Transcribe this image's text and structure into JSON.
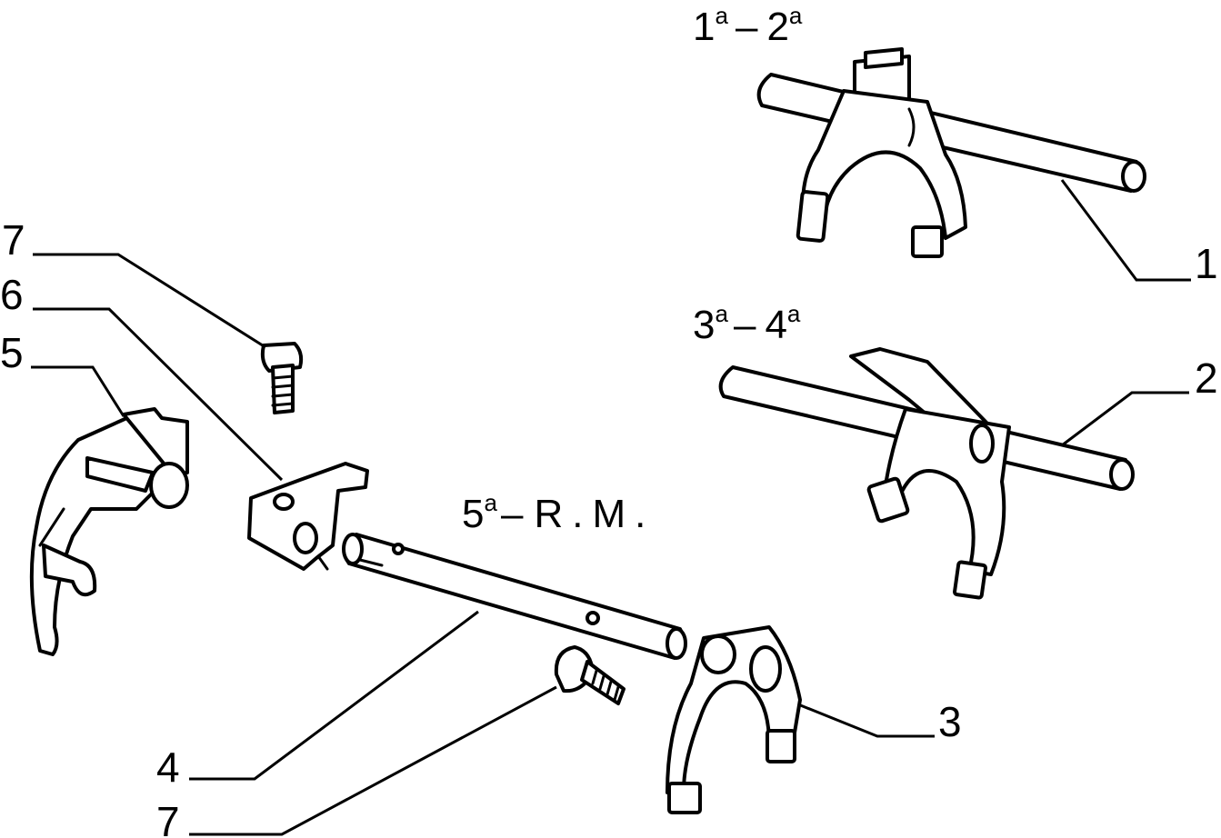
{
  "diagram": {
    "gear_labels": {
      "first_second": {
        "main": "1",
        "sup": "a",
        "dash": "–",
        "main2": "2",
        "sup2": "a"
      },
      "third_fourth": {
        "main": "3",
        "sup": "a",
        "dash": "–",
        "main2": "4",
        "sup2": "a"
      },
      "fifth_reverse": {
        "main": "5",
        "sup": "a",
        "dash": "–",
        "rest": "R.M."
      }
    },
    "callouts": {
      "c1": "1",
      "c2": "2",
      "c3": "3",
      "c4": "4",
      "c5": "5",
      "c6": "6",
      "c7_top": "7",
      "c7_bottom": "7"
    }
  }
}
